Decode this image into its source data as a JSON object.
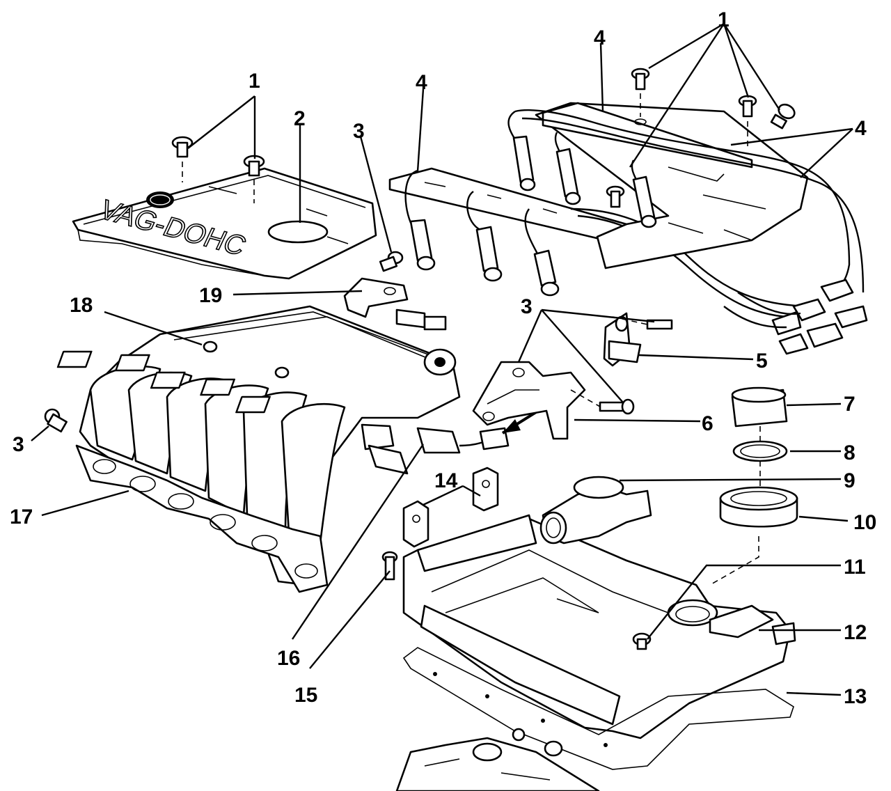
{
  "diagram": {
    "cover_emblem_text": "VAG-DOHC",
    "callouts": [
      {
        "id": "c1a",
        "text": "1"
      },
      {
        "id": "c1b",
        "text": "1"
      },
      {
        "id": "c2",
        "text": "2"
      },
      {
        "id": "c3a",
        "text": "3"
      },
      {
        "id": "c4a",
        "text": "4"
      },
      {
        "id": "c4b",
        "text": "4"
      },
      {
        "id": "c4c",
        "text": "4"
      },
      {
        "id": "c19",
        "text": "19"
      },
      {
        "id": "c18",
        "text": "18"
      },
      {
        "id": "c3b",
        "text": "3"
      },
      {
        "id": "c5",
        "text": "5"
      },
      {
        "id": "c7",
        "text": "7"
      },
      {
        "id": "c6",
        "text": "6"
      },
      {
        "id": "c3c",
        "text": "3"
      },
      {
        "id": "c8",
        "text": "8"
      },
      {
        "id": "c14",
        "text": "14"
      },
      {
        "id": "c9",
        "text": "9"
      },
      {
        "id": "c17",
        "text": "17"
      },
      {
        "id": "c10",
        "text": "10"
      },
      {
        "id": "c11",
        "text": "11"
      },
      {
        "id": "c12",
        "text": "12"
      },
      {
        "id": "c16",
        "text": "16"
      },
      {
        "id": "c15",
        "text": "15"
      },
      {
        "id": "c13",
        "text": "13"
      }
    ]
  }
}
